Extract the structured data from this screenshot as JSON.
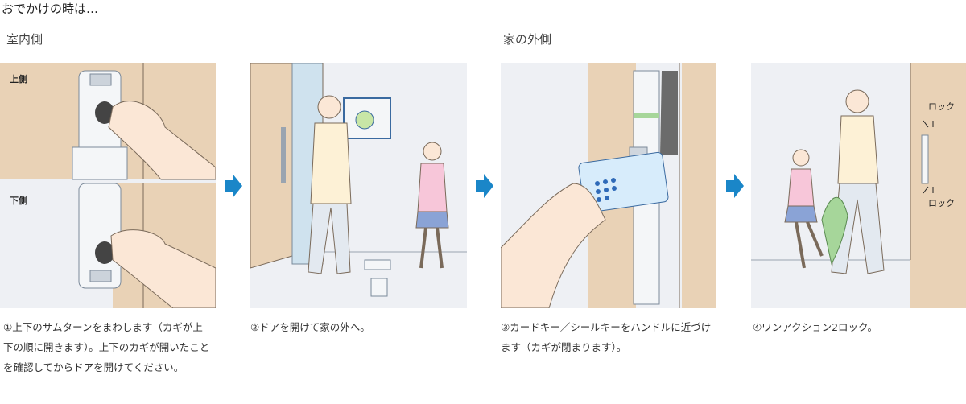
{
  "page": {
    "title": "おでかけの時は…",
    "sections": {
      "indoor": "室内側",
      "outdoor": "家の外側"
    }
  },
  "panels": [
    {
      "sublabels": {
        "upper": "上側",
        "lower": "下側"
      },
      "caption": "①上下のサムターンをまわします（カギが上下の順に開きます）。上下のカギが開いたことを確認してからドアを開けてください。"
    },
    {
      "caption": "②ドアを開けて家の外へ。"
    },
    {
      "caption": "③カードキー／シールキーをハンドルに近づけます（カギが閉まります）。"
    },
    {
      "lock_labels": {
        "upper": "ロック",
        "lower": "ロック"
      },
      "caption": "④ワンアクション2ロック。"
    }
  ],
  "colors": {
    "arrow": "#1a86c8",
    "wood": "#e9d2b6",
    "panel_bg": "#eef0f4"
  }
}
